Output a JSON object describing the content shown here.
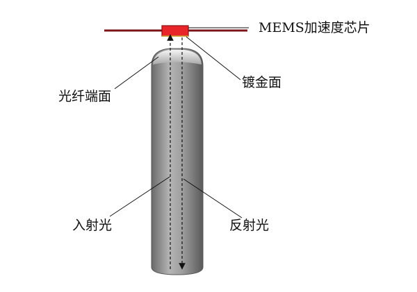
{
  "labels": {
    "chip": "MEMS加速度芯片",
    "gold_face": "镀金面",
    "fiber_end_face": "光纤端面",
    "incident_light": "入射光",
    "reflected_light": "反射光"
  },
  "colors": {
    "background": "#ffffff",
    "chip_fill": "#e8262a",
    "chip_stroke": "#8a0f12",
    "beam": "#7a1418",
    "fiber_light": "#d8d8d8",
    "fiber_mid": "#9c9c9c",
    "fiber_dark": "#5e5e5e",
    "leader_line": "#111111"
  }
}
